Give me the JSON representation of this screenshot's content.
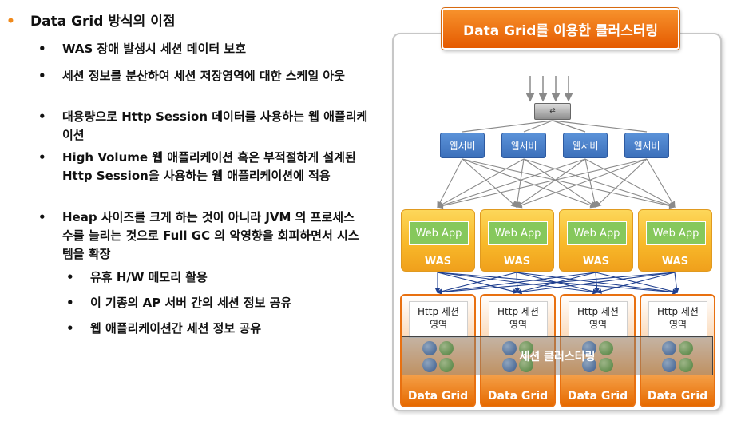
{
  "bullets": [
    {
      "level": 1,
      "text": "Data Grid 방식의 이점"
    },
    {
      "level": 2,
      "text": "WAS 장애 발생시 세션 데이터 보호"
    },
    {
      "level": 2,
      "text": "세션 정보를 분산하여 세션 저장영역에 대한 스케일 아웃"
    },
    {
      "level": 2,
      "text": "대용량으로 Http Session 데이터를 사용하는 웹 애플리케이션"
    },
    {
      "level": 2,
      "text": "High Volume 웹 애플리케이션 혹은 부적절하게 설계된 Http Session을 사용하는 웹 애플리케이션에 적용"
    },
    {
      "level": 2,
      "text": "Heap 사이즈를 크게 하는 것이 아니라 JVM 의 프로세스 수를 늘리는 것으로 Full GC 의 악영향을 회피하면서 시스템을 확장"
    },
    {
      "level": 3,
      "text": "유휴 H/W 메모리 활용"
    },
    {
      "level": 3,
      "text": "이 기종의 AP 서버 간의 세션 정보 공유"
    },
    {
      "level": 3,
      "text": "웹 애플리케이션간 세션 정보 공유"
    }
  ],
  "diagram": {
    "title": "Data Grid를 이용한 클러스터링",
    "switch_icon": "network-switch-icon",
    "web_servers": [
      "웹서버",
      "웹서버",
      "웹서버",
      "웹서버"
    ],
    "was_nodes": [
      {
        "app": "Web App",
        "label": "WAS"
      },
      {
        "app": "Web App",
        "label": "WAS"
      },
      {
        "app": "Web App",
        "label": "WAS"
      },
      {
        "app": "Web App",
        "label": "WAS"
      }
    ],
    "data_grids": [
      {
        "http_line1": "Http 세션",
        "http_line2": "영역",
        "label": "Data Grid"
      },
      {
        "http_line1": "Http 세션",
        "http_line2": "영역",
        "label": "Data Grid"
      },
      {
        "http_line1": "Http 세션",
        "http_line2": "영역",
        "label": "Data Grid"
      },
      {
        "http_line1": "Http 세션",
        "http_line2": "영역",
        "label": "Data Grid"
      }
    ],
    "session_cluster": "세션 클러스터링",
    "colors": {
      "accent": "#e8650a",
      "web_server": "#4a7fcb",
      "was": "#f8b92a",
      "web_app": "#86c85c",
      "wire_gray": "#8a8a8a",
      "wire_blue": "#1f3f8f"
    }
  }
}
